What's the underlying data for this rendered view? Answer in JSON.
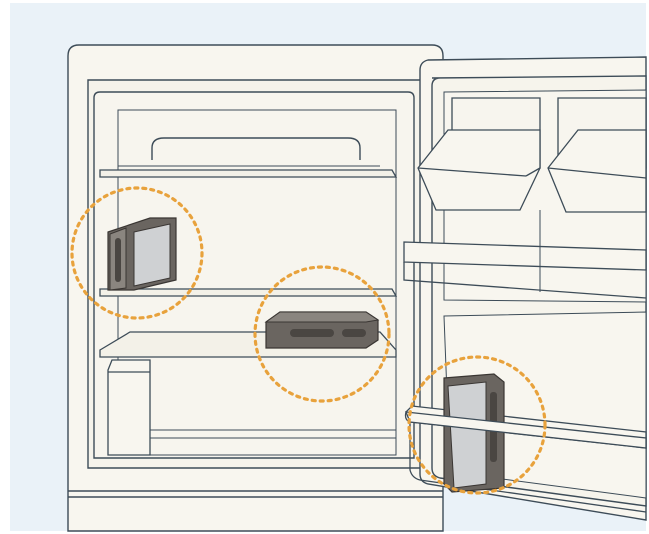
{
  "illustration": {
    "subject": "refrigerator-open-with-deodorizer-placements",
    "colors": {
      "background": "#eaf2f8",
      "body_fill": "#f8f6ef",
      "outline": "#3d4c58",
      "highlight": "#e8a23c",
      "item_dark": "#5b5753",
      "item_light": "#d2d4d6"
    },
    "placements": [
      {
        "location": "fridge-shelf-upper-left",
        "orientation": "upright"
      },
      {
        "location": "fridge-shelf-middle",
        "orientation": "lying-flat"
      },
      {
        "location": "door-pocket-lower",
        "orientation": "upright"
      }
    ]
  }
}
